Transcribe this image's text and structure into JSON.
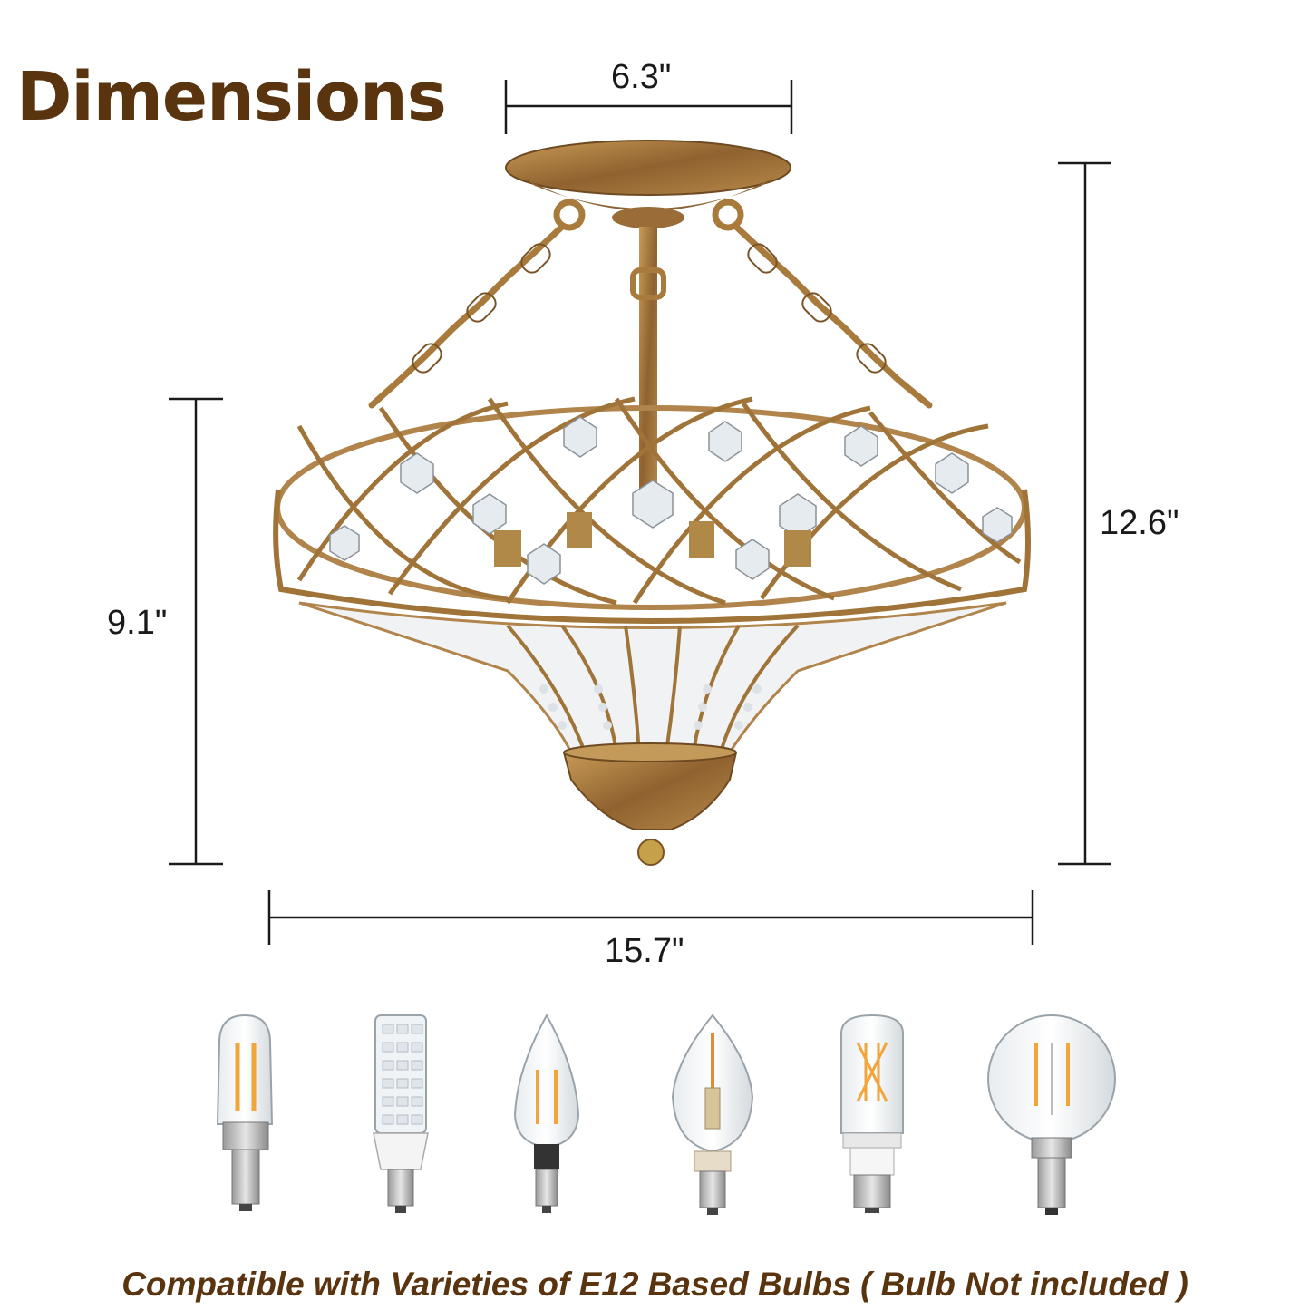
{
  "title": "Dimensions",
  "dimensions": {
    "top_width": "6.3\"",
    "total_height": "12.6\"",
    "body_height": "9.1\"",
    "total_width": "15.7\""
  },
  "caption": "Compatible with Varieties of E12 Based Bulbs ( Bulb Not included )",
  "colors": {
    "title": "#5a340f",
    "metal": "#a87a3c",
    "line": "#1a1a1a"
  },
  "bulbs": [
    {
      "type": "t22-tubular-bulb-icon"
    },
    {
      "type": "corn-led-bulb-icon"
    },
    {
      "type": "candle-bulb-icon"
    },
    {
      "type": "frosted-candle-bulb-icon"
    },
    {
      "type": "t25-tubular-bulb-icon"
    },
    {
      "type": "globe-bulb-icon"
    }
  ]
}
